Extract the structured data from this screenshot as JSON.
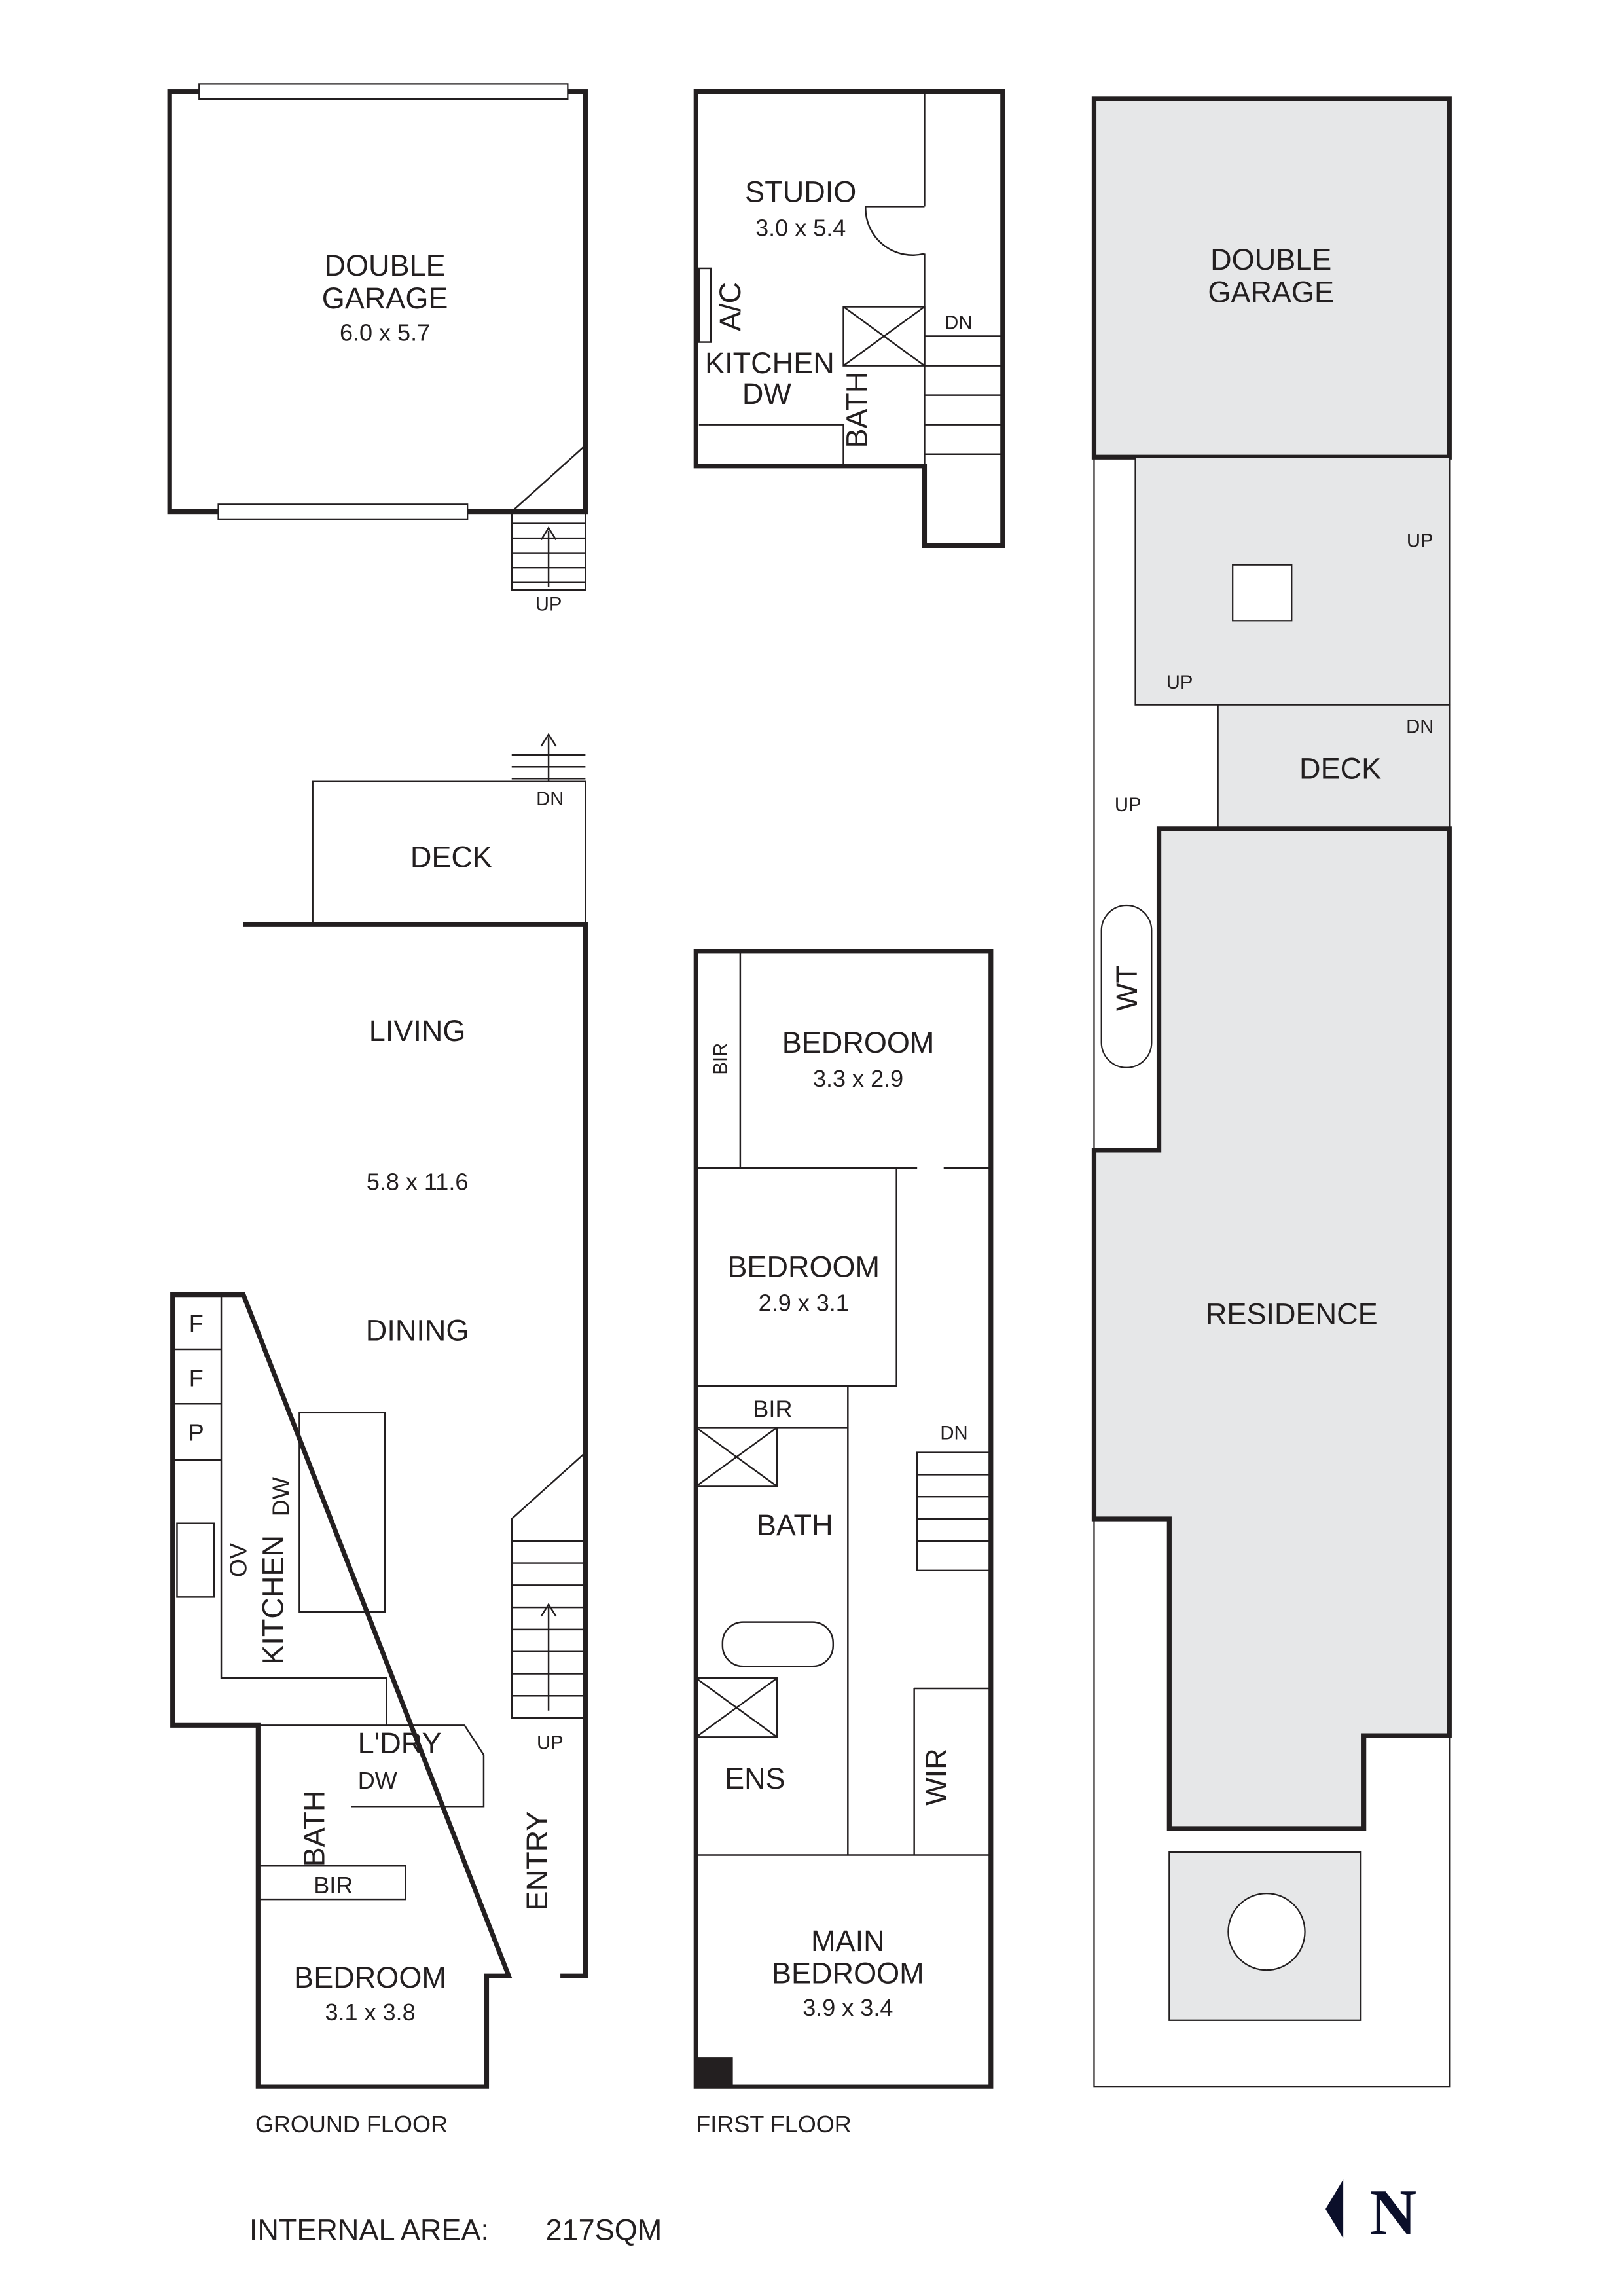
{
  "garage_plan": {
    "room": [
      "DOUBLE",
      "GARAGE"
    ],
    "size": "6.0 x 5.7",
    "stair": "UP"
  },
  "studio_plan": {
    "studio": "STUDIO",
    "studio_size": "3.0 x 5.4",
    "ac": "A/C",
    "kitchen": "KITCHEN",
    "dw": "DW",
    "bath": "BATH",
    "stair": "DN"
  },
  "ground_floor": {
    "caption": "GROUND FLOOR",
    "deck": "DECK",
    "deck_stair": "DN",
    "living": "LIVING",
    "living_size": "5.8 x 11.6",
    "dining": "DINING",
    "pantry": [
      "F",
      "F",
      "P"
    ],
    "ov": "OV",
    "dw": "DW",
    "kitchen": "KITCHEN",
    "stair": "UP",
    "laundry": "L'DRY",
    "laundry_dw": "DW",
    "bath": "BATH",
    "bir": "BIR",
    "bedroom": "BEDROOM",
    "bedroom_size": "3.1 x 3.8",
    "entry": "ENTRY"
  },
  "first_floor": {
    "caption": "FIRST FLOOR",
    "bir1": "BIR",
    "bed1": "BEDROOM",
    "bed1_size": "3.3 x 2.9",
    "bed2": "BEDROOM",
    "bed2_size": "2.9 x 3.1",
    "bir2": "BIR",
    "stair": "DN",
    "bath": "BATH",
    "ens": "ENS",
    "wir": "WIR",
    "main": [
      "MAIN",
      "BEDROOM"
    ],
    "main_size": "3.9 x 3.4"
  },
  "site_plan": {
    "garage": [
      "DOUBLE",
      "GARAGE"
    ],
    "up1": "UP",
    "up2": "UP",
    "up3": "UP",
    "dn": "DN",
    "deck": "DECK",
    "wt": "WT",
    "residence": "RESIDENCE",
    "fill_color": "#e6e7e8"
  },
  "footer": {
    "area_label": "INTERNAL AREA:",
    "area_value": "217SQM",
    "north": "N",
    "north_color": "#0b0f2a"
  }
}
